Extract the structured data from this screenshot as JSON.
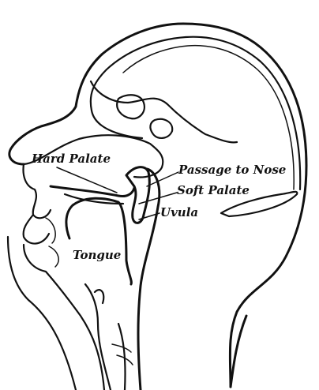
{
  "labels": {
    "hard_palate": "Hard Palate",
    "passage_to_nose": "Passage to Nose",
    "soft_palate": "Soft Palate",
    "uvula": "Uvula",
    "tongue": "Tongue"
  }
}
